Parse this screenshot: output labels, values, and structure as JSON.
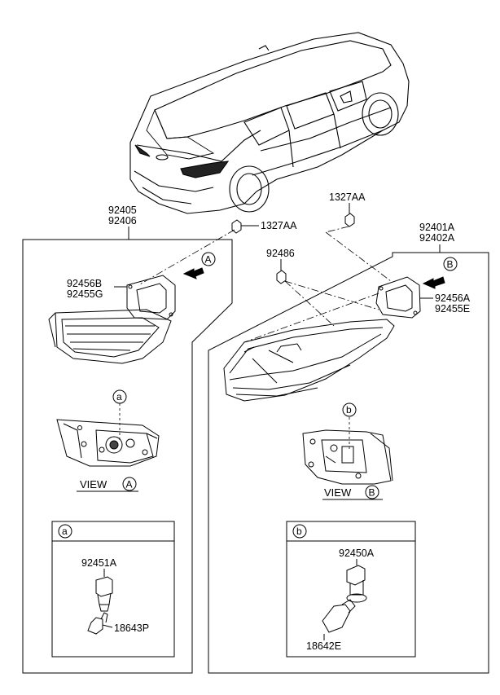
{
  "car": {
    "name": "vehicle-rear-view"
  },
  "left_group": {
    "part_top": "92405",
    "part_bottom": "92406",
    "gasket_top": "92456B",
    "gasket_bottom": "92455G",
    "view_marker": "A",
    "bulb_marker": "a",
    "view_text": "VIEW",
    "view_letter": "A",
    "inset_marker": "a",
    "socket_part": "92451A",
    "bulb_part": "18643P"
  },
  "right_group": {
    "part_top": "92401A",
    "part_bottom": "92402A",
    "gasket_top": "92456A",
    "gasket_bottom": "92455E",
    "nut_part": "92486",
    "view_marker": "B",
    "bulb_marker": "b",
    "view_text": "VIEW",
    "view_letter": "B",
    "inset_marker": "b",
    "socket_part": "92450A",
    "bulb_part": "18642E"
  },
  "screws": {
    "left_label": "1327AA",
    "right_label": "1327AA"
  }
}
